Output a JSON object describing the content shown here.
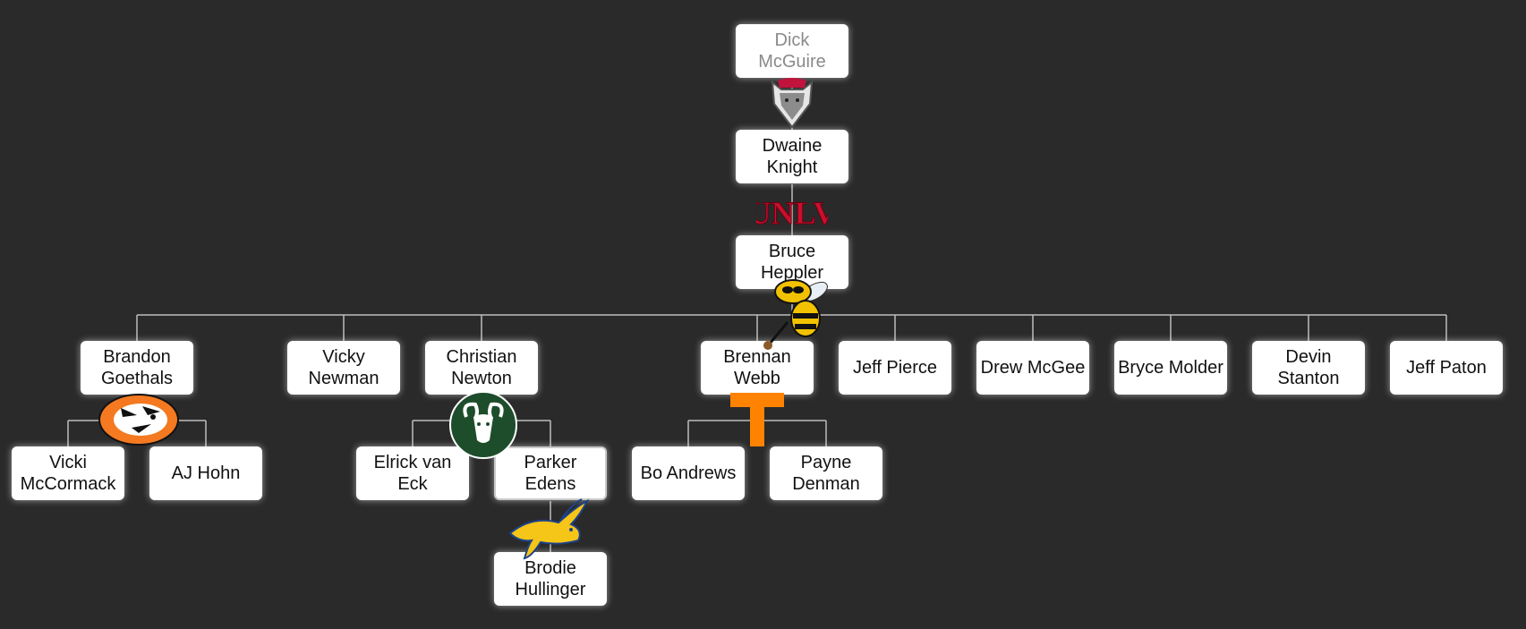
{
  "colors": {
    "background": "#2a2a2a",
    "connector": "#bdbdbd",
    "node_bg": "#ffffff",
    "node_text": "#111111",
    "root_text": "#8a8a8a"
  },
  "people": {
    "dick_mcguire": "Dick McGuire",
    "dwaine_knight": "Dwaine Knight",
    "bruce_heppler": "Bruce Heppler",
    "brandon_goethals": "Brandon Goethals",
    "vicky_newman": "Vicky Newman",
    "christian_newton": "Christian Newton",
    "brennan_webb": "Brennan Webb",
    "jeff_pierce": "Jeff Pierce",
    "drew_mcgee": "Drew McGee",
    "bryce_molder": "Bryce Molder",
    "devin_stanton": "Devin Stanton",
    "jeff_paton": "Jeff Paton",
    "vicki_mccormack": "Vicki McCormack",
    "aj_hohn": "AJ Hohn",
    "elrick_van_eck": "Elrick van Eck",
    "parker_edens": "Parker Edens",
    "bo_andrews": "Bo Andrews",
    "payne_denman": "Payne Denman",
    "brodie_hullinger": "Brodie Hullinger"
  },
  "logos": {
    "new_mexico": {
      "icon": "lobos-wolf-logo",
      "color": "#c0143c"
    },
    "unlv": {
      "icon": "unlv-wordmark-logo",
      "text": "UNLV",
      "color": "#c8102e"
    },
    "georgia_tech": {
      "icon": "yellow-jacket-logo",
      "color": "#f2c200"
    },
    "pacific": {
      "icon": "tiger-logo",
      "color": "#f47920"
    },
    "colorado_state": {
      "icon": "ram-logo",
      "color": "#1e4d2b"
    },
    "tennessee": {
      "icon": "power-t-logo",
      "color": "#ff8200"
    },
    "south_dakota_state": {
      "icon": "jackrabbit-logo",
      "color": "#f5c518"
    }
  }
}
